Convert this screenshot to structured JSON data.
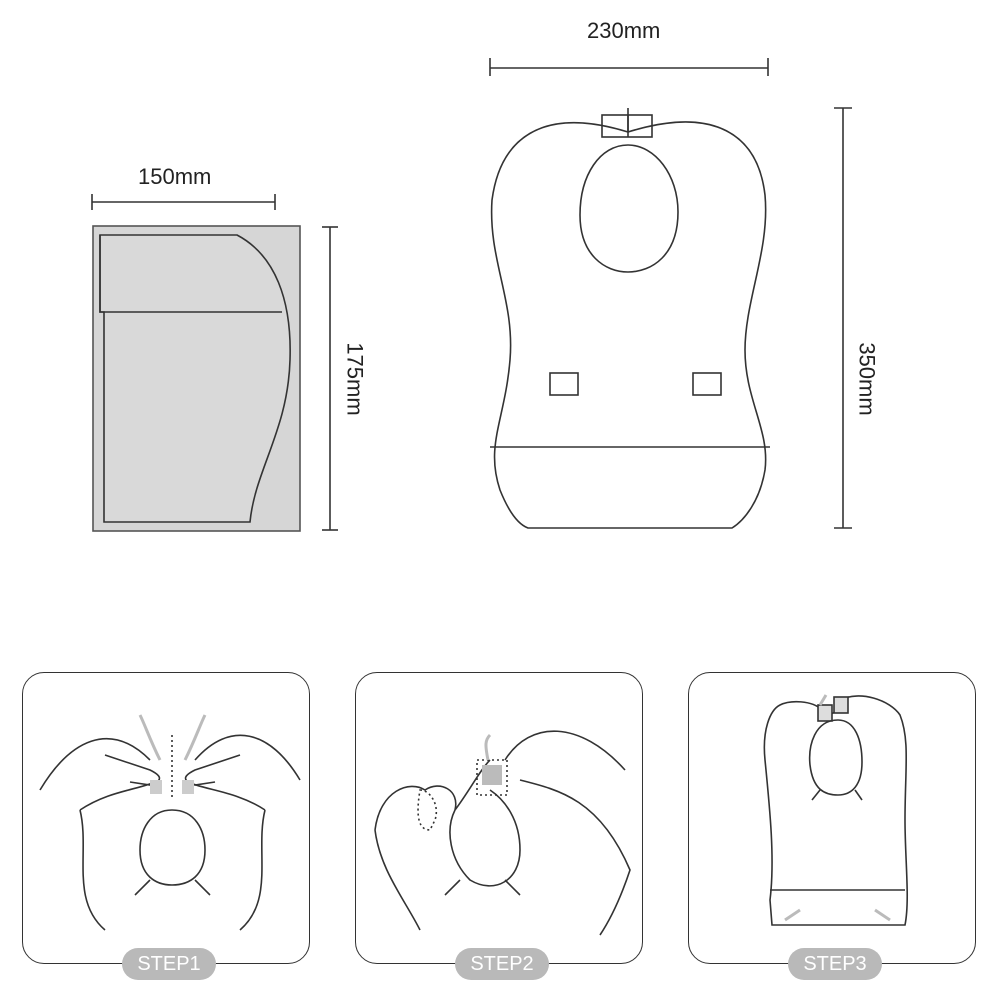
{
  "dimensions": {
    "folded_width": "150mm",
    "folded_height": "175mm",
    "open_width": "230mm",
    "open_height": "350mm"
  },
  "steps": [
    {
      "label": "STEP1"
    },
    {
      "label": "STEP2"
    },
    {
      "label": "STEP3"
    }
  ],
  "colors": {
    "line": "#333333",
    "fill_gray": "#d6d6d6",
    "pill": "#b9b9b9"
  }
}
